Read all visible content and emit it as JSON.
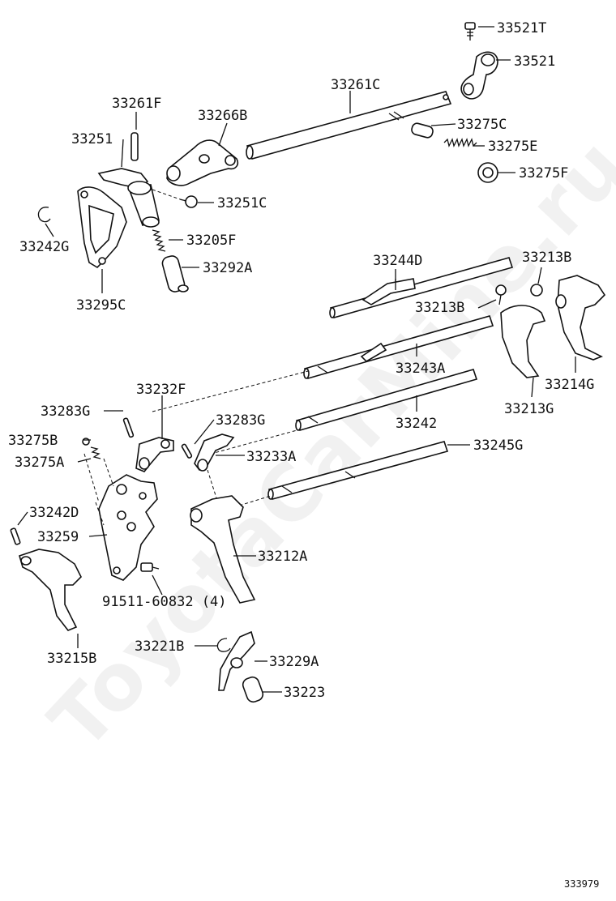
{
  "watermark": "ToyotaCarMine.ru",
  "page_number": "333979",
  "labels": {
    "p33521T": "33521T",
    "p33521": "33521",
    "p33261C": "33261C",
    "p33275C": "33275C",
    "p33275E": "33275E",
    "p33275F": "33275F",
    "p33261F": "33261F",
    "p33266B": "33266B",
    "p33251": "33251",
    "p33251C": "33251C",
    "p33205F": "33205F",
    "p33242G": "33242G",
    "p33292A": "33292A",
    "p33295C": "33295C",
    "p33244D": "33244D",
    "p33213B_a": "33213B",
    "p33213B_b": "33213B",
    "p33243A": "33243A",
    "p33214G": "33214G",
    "p33213G": "33213G",
    "p33232F": "33232F",
    "p33283G_a": "33283G",
    "p33283G_b": "33283G",
    "p33242": "33242",
    "p33275B": "33275B",
    "p33275A": "33275A",
    "p33233A": "33233A",
    "p33245G": "33245G",
    "p33242D": "33242D",
    "p33259": "33259",
    "p33212A": "33212A",
    "p91511": "91511-60832 (4)",
    "p33215B": "33215B",
    "p33221B": "33221B",
    "p33229A": "33229A",
    "p33223": "33223"
  }
}
